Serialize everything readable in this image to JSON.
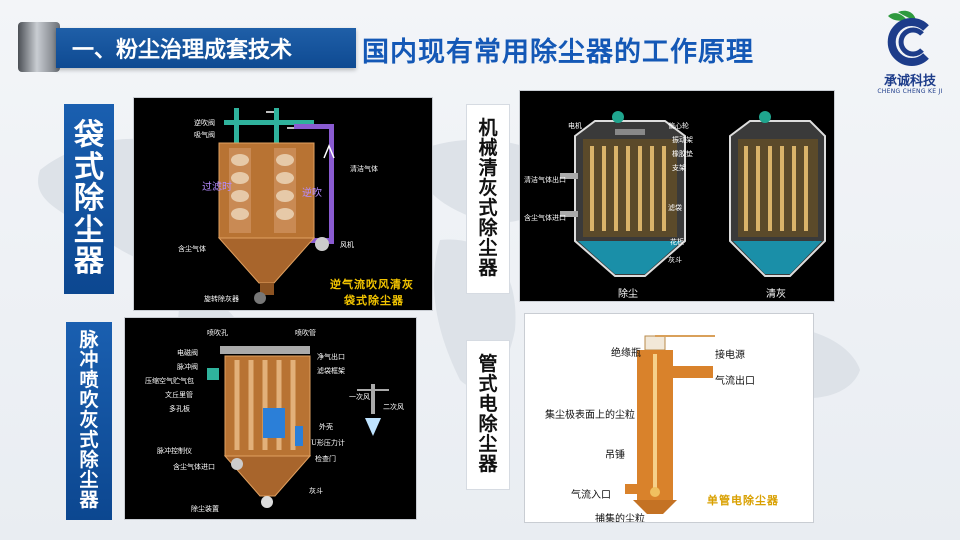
{
  "header": {
    "section_title": "一、粉尘治理成套技术",
    "main_title": "国内现有常用除尘器的工作原理"
  },
  "logo": {
    "name_cn": "承诚科技",
    "name_en": "CHENG CHENG KE JI",
    "colors": {
      "blue": "#1d3c8a",
      "green": "#2e9a3e"
    }
  },
  "colors": {
    "accent_blue": "#1458b6",
    "label_blue": "#1a5fb0",
    "caption_yellow": "#f2c400",
    "copper": "#b87333"
  },
  "sections": {
    "bag": {
      "label": [
        "袋",
        "式",
        "除",
        "尘",
        "器"
      ],
      "parts": {
        "reverse_valve": "逆吹阀",
        "exhaust_valve": "吸气阀",
        "clean_gas": "清洁气体",
        "filtering": "过滤时",
        "reverse_blow": "逆吹",
        "dusty_gas": "含尘气体",
        "fan": "风机",
        "rotary_valve": "旋转除灰器"
      },
      "caption": [
        "逆气流吹风清灰",
        "袋式除尘器"
      ]
    },
    "mechanical": {
      "label": [
        "机",
        "械",
        "清",
        "灰",
        "式",
        "除",
        "尘",
        "器"
      ],
      "parts": {
        "motor": "电机",
        "eccentric": "偏心轮",
        "vibration_frame": "振动架",
        "rubber_pad": "橡胶垫",
        "bracket": "支架",
        "clean_gas_outlet": "清洁气体出口",
        "dusty_gas_inlet": "含尘气体进口",
        "filter_bag": "滤袋",
        "flower_plate": "花板",
        "ash_hopper": "灰斗"
      },
      "captions": [
        "除尘",
        "清灰"
      ]
    },
    "pulse": {
      "label": [
        "脉",
        "冲",
        "喷",
        "吹",
        "灰",
        "式",
        "除",
        "尘",
        "器"
      ],
      "parts": {
        "nozzle_hole": "喷吹孔",
        "blow_pipe": "喷吹管",
        "solenoid": "电磁阀",
        "pulse_valve": "脉冲阀",
        "air_tank": "压缩空气贮气包",
        "venturi": "文丘里管",
        "perforated_plate": "多孔板",
        "clean_outlet": "净气出口",
        "bag_frame": "滤袋框架",
        "shell": "外壳",
        "u_manometer": "U形压力计",
        "inspection_door": "检查门",
        "pulse_controller": "脉冲控制仪",
        "dusty_inlet": "含尘气体进口",
        "dust_discharge": "除尘装置",
        "ash_hopper": "灰斗",
        "primary_air": "一次风",
        "secondary_air": "二次风"
      }
    },
    "tubular": {
      "label": [
        "管",
        "式",
        "电",
        "除",
        "尘",
        "器"
      ],
      "parts": {
        "insulator": "绝缘瓶",
        "power": "接电源",
        "gas_outlet": "气流出口",
        "dust_on_plate": "集尘极表面上的尘粒",
        "hammer": "吊锤",
        "gas_inlet": "气流入口",
        "captured": "捕集的尘粒"
      },
      "caption": "单管电除尘器"
    }
  }
}
